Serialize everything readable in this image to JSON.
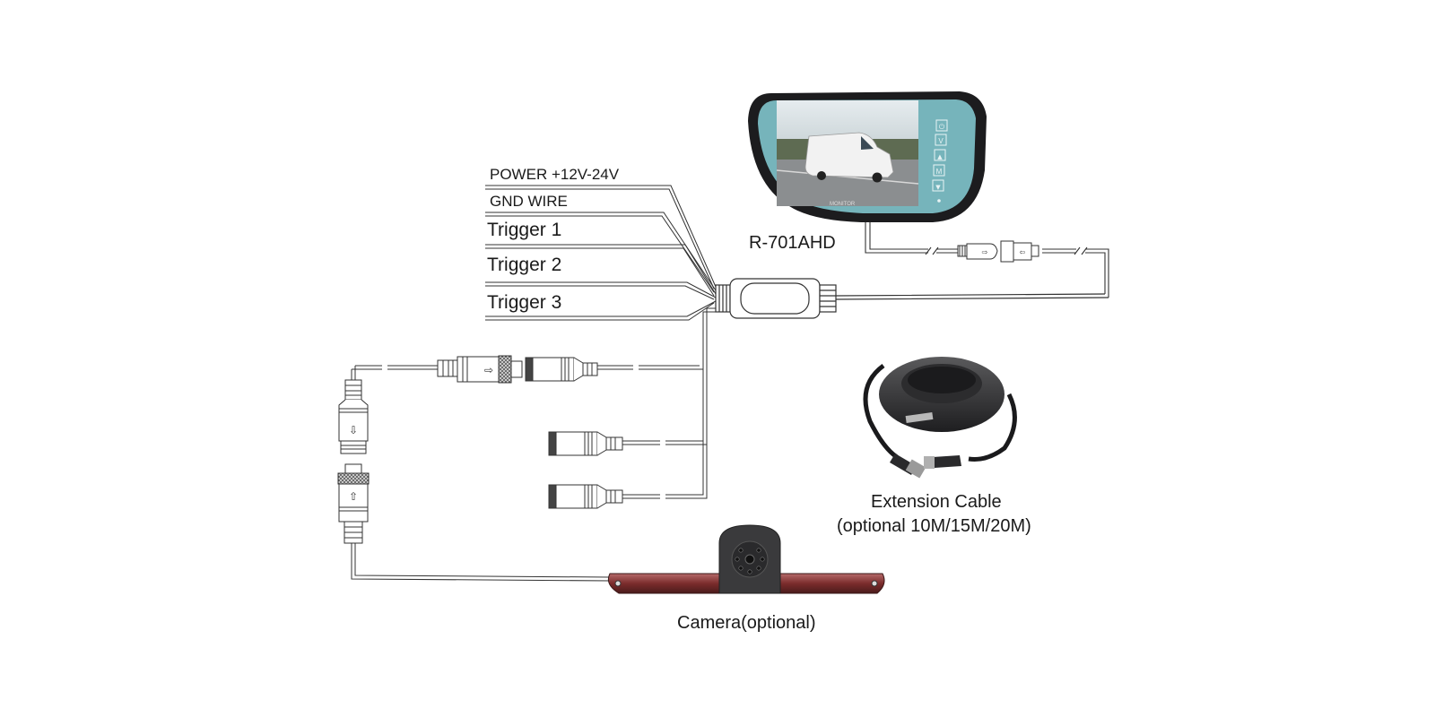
{
  "diagram": {
    "title": "R-701AHD wiring diagram",
    "monitor": {
      "model": "R-701AHD",
      "brand_text": "MONITOR",
      "buttons": [
        {
          "name": "power",
          "glyph": "⏻"
        },
        {
          "name": "volume",
          "glyph": "V"
        },
        {
          "name": "up",
          "glyph": "▲"
        },
        {
          "name": "menu",
          "glyph": "M"
        },
        {
          "name": "down",
          "glyph": "▼"
        }
      ],
      "colors": {
        "bezel": "#1c1c1e",
        "panel": "#76b4bb"
      }
    },
    "wires": [
      {
        "label": "POWER +12V-24V"
      },
      {
        "label": "GND WIRE"
      },
      {
        "label": "Trigger 1"
      },
      {
        "label": "Trigger 2"
      },
      {
        "label": "Trigger 3"
      }
    ],
    "extension_cable": {
      "title": "Extension Cable",
      "subtitle": "(optional 10M/15M/20M)"
    },
    "camera": {
      "caption": "Camera(optional)",
      "colors": {
        "housing": "#3a3a3c",
        "lamp": "#8a3a3a"
      }
    },
    "colors": {
      "line": "#333333",
      "background": "#ffffff"
    }
  }
}
